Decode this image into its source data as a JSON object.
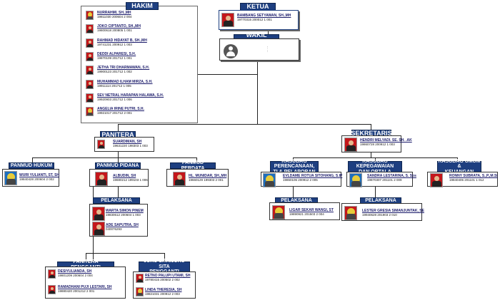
{
  "ketua": {
    "title": "KETUA",
    "name": "BAMBANG SETYAWAN, SH.,MH",
    "nip": "19770315 200012 1 001"
  },
  "wakil": {
    "title": "WAKIL KETUA",
    "name": ":",
    "nip": ":"
  },
  "hakim": {
    "title": "HAKIM",
    "members": [
      {
        "name": "NURRAHMI, SH.,MH",
        "nip": "19811030 200604 2 004"
      },
      {
        "name": "JOKO CIPTANTO, SH.,MH",
        "nip": "19800618 200805 1 001"
      },
      {
        "name": "RAHMAD HIDAYAT B, SH.,MH",
        "nip": "19741231 200912 1 003"
      },
      {
        "name": "DEDDI ALPARESI, S.H.",
        "nip": "19870109 201712 1 001"
      },
      {
        "name": "JETHA TRI DHARMAWAN, S.H.",
        "nip": "19900123 201712 1 002"
      },
      {
        "name": "MUHAMMAD ILHAM MIRZA, S.H.",
        "nip": "19911114 201712 1 005"
      },
      {
        "name": "SEV NETRAL HARAPAN HALAWA, S.H.",
        "nip": "19920903 201712 1 006"
      },
      {
        "name": "ANGELIA IRINE PUTRI, S.H.",
        "nip": "19921017 201712 2 001"
      }
    ]
  },
  "panitera": {
    "title": "PANITERA",
    "name": "SUARDIMAN, SH",
    "nip": "19631220 198303 1 003"
  },
  "sekretaris": {
    "title": "SEKRETARIS",
    "name": "HENDRI MELYADI. SE. SH. .AK",
    "nip": "19860728 200912 1 003"
  },
  "panmud_hukum": {
    "title": "PANMUD HUKUM",
    "name": "WURI YULIANTI, ST, SH",
    "nip": "19840428 200604 2 002"
  },
  "panmud_pidana": {
    "title": "PANMUD PIDANA",
    "name": "ALBUDIN, SH",
    "nip": "19680212 199103 1 006"
  },
  "panmud_perdata": {
    "title": "PANMUD PERDATA",
    "name": "HL. MUNIDAR, SH.,MH",
    "nip": "19660129 199303 2 001"
  },
  "pelaksana_pidana": {
    "title": "PELAKSANA",
    "members": [
      {
        "name": "WARTA SIMON PINEM",
        "nip": "19830612 200604 1 003"
      },
      {
        "name": "ADE SAPUTRA, SH",
        "nip": "040076293"
      }
    ]
  },
  "panitera_pengganti": {
    "title": "PANITERA PENGGANTI",
    "members": [
      {
        "name": "DESIYULIANDA,  SH",
        "nip": "19801209 200604 2 004"
      },
      {
        "name": "RAMADHANI PUJI LESTARI,  SH",
        "nip": "19880420 2001212 2 001"
      }
    ]
  },
  "jurusita": {
    "title_line1": "JURU SITA/JURU SITA",
    "title_line2": "PENGGANTI",
    "members": [
      {
        "name": "RETNO PALUPI UTAMI, SH",
        "nip": "19780415 200502 2 002"
      },
      {
        "name": "LINDA THERESIA, SH",
        "nip": "19821031 200912 2 003"
      }
    ]
  },
  "kasubag_ptip": {
    "title_line1": "KASUBAG PERENCANAAN,",
    "title_line2": "TI & PELAPORAN",
    "name": "EVLDAME ROTUA SITOHANG, S.IP",
    "nip": "19860106 200912 2 005"
  },
  "kasubag_kepeg": {
    "title_line1": "KASUBAG KEPEGAWAIAN",
    "title_line2": "DAN ORTALA",
    "name": "SANDRA LESTARINA, S. Sos",
    "nip": "19870307 201101 2 009"
  },
  "kasubag_umum": {
    "title_line1": "KASUBAG UMUM &",
    "title_line2": "KEUANGAN",
    "name": "RONNY SUBRATA, S.,P.,M.Si",
    "nip": "19840405 201101 1 012"
  },
  "pelaksana_ptip": {
    "title": "PELAKSANA",
    "name": "LIGAR SEKAR WANGI, ST",
    "nip": "19890921 201503 2 004"
  },
  "pelaksana_kepeg": {
    "title": "PELAKSANA",
    "name": "LESTER GRESIA SIMANJUNTAK, SE",
    "nip": "19940628 201903 2 010"
  }
}
